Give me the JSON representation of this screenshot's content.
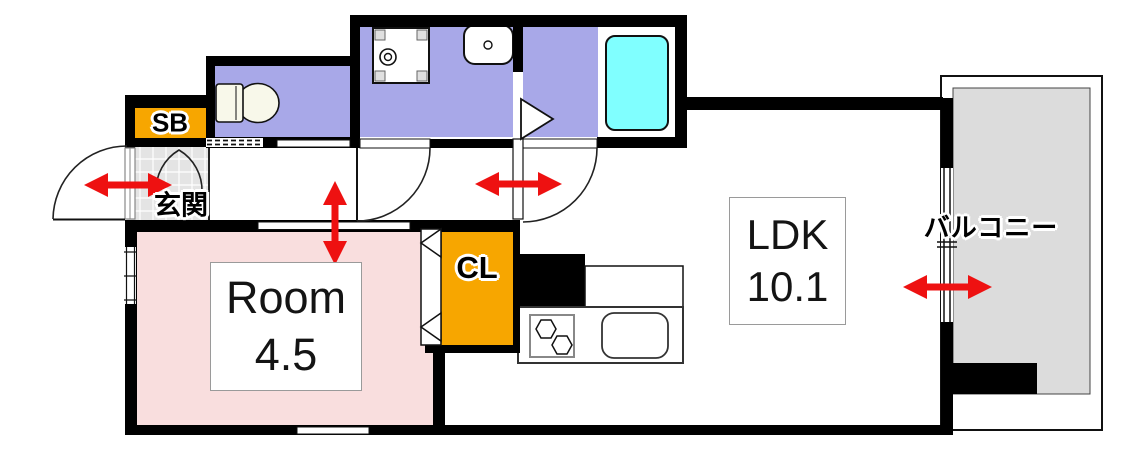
{
  "floorplan": {
    "rooms": {
      "shoe_box": {
        "label": "SB"
      },
      "entrance": {
        "label": "玄関"
      },
      "western_room": {
        "name": "Room",
        "size": "4.5"
      },
      "closet": {
        "label": "CL"
      },
      "ldk": {
        "name": "LDK",
        "size": "10.1"
      },
      "balcony": {
        "label": "バルコニー"
      }
    },
    "colors": {
      "wall": "#000000",
      "wet_area": "#a8a8e8",
      "bathtub": "#80ffff",
      "storage_orange": "#f7a600",
      "bedroom_pink": "#f9dede",
      "balcony_gray": "#dcdcdc",
      "entrance_tile": "#e4e4e4",
      "arrow_red": "#ee1111"
    }
  }
}
